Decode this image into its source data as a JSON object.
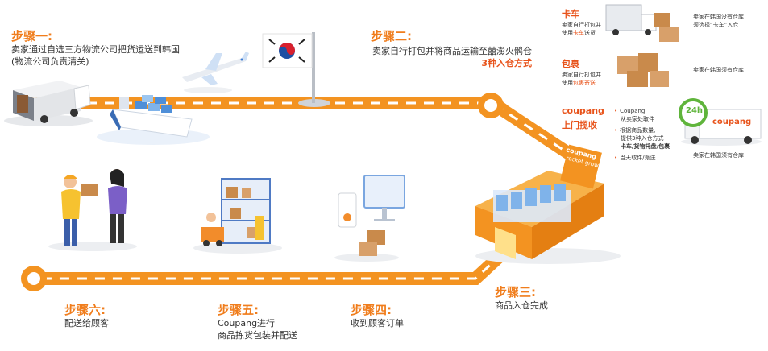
{
  "steps": {
    "step1": {
      "title": "步骤一:",
      "line1": "卖家通过自选三方物流公司把货运送到韩国",
      "line2": "(物流公司负责清关)"
    },
    "step2": {
      "title": "步骤二:",
      "line1": "卖家自行打包并将商品运输至囍澎火鹘仓",
      "line2": "3种入仓方式"
    },
    "step3": {
      "title": "步骤三:",
      "line1": "商品入仓完成"
    },
    "step4": {
      "title": "步骤四:",
      "line1": "收到顾客订单"
    },
    "step5": {
      "title": "步骤五:",
      "line1": "Coupang进行",
      "line2": "商品拣货包装并配送"
    },
    "step6": {
      "title": "步骤六:",
      "line1": "配送给顾客"
    }
  },
  "options": {
    "truck": {
      "title": "卡车",
      "desc1": "卖家自行打包并",
      "desc2_pre": "使用",
      "desc2_hl": "卡车",
      "desc2_post": "送货",
      "note1": "卖家在韩国没有仓库",
      "note2": "须选择“卡车”入仓"
    },
    "parcel": {
      "title": "包裹",
      "desc1": "卖家自行打包并",
      "desc2_pre": "使用",
      "desc2_hl": "包裹寄送",
      "note1": "卖家在韩国须有仓库"
    },
    "pickup": {
      "brand": "coupang",
      "title": "上门揽收",
      "b1a": "Coupang",
      "b1b": "从卖家处取件",
      "b2a": "根据商品数量,",
      "b2b": "提供3种入仓方式",
      "b2c": "卡车/货物托盘/包裹",
      "b3": "当天取件/派送",
      "note1": "卖家在韩国须有仓库"
    }
  },
  "signage": {
    "truck_brand": "coupang",
    "badge": "24h",
    "warehouse_sign1": "coupang",
    "warehouse_sign2": "rocket growth"
  },
  "colors": {
    "route": "#f39321",
    "route_dash": "#ffffff",
    "accent": "#e8541c",
    "step_title": "#f07d1c"
  }
}
